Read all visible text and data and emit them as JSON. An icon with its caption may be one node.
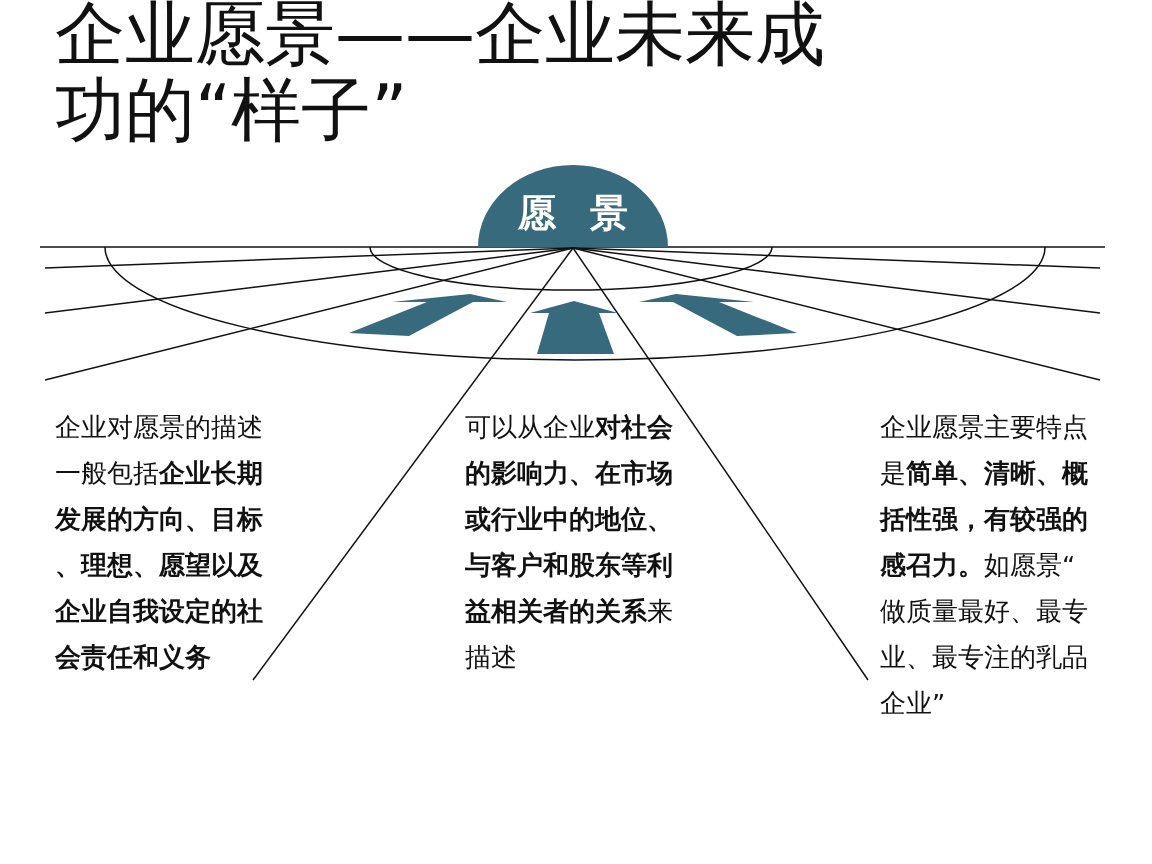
{
  "diagram": {
    "title": "企业愿景——企业未来成功的“样子”",
    "nodes": [
      {
        "text": [
          "愿 景"
        ]
      }
    ],
    "labels": [
      "企业对愿景的描述一般包括**企业长期发展的方向、目标、理想、愿望以及企业自我设定的社会责任和义务**",
      "可以从企业**对社会的影响力、在市场或行业中的地位、与客户和股东等利益相关者的关系**来描述",
      "企业愿景主要特点是**简单、清晰、概括性强，有较强的感召力。**如愿景“做质量最好、最专业、最专注的乳品企业”"
    ]
  }
}
